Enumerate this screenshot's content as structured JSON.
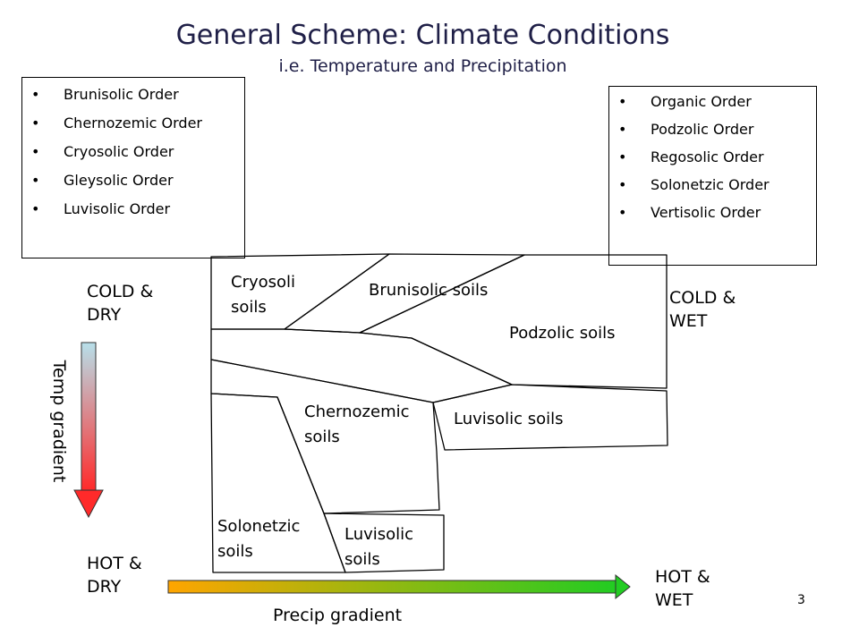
{
  "title": "General Scheme: Climate Conditions",
  "subtitle": "i.e. Temperature and Precipitation",
  "left_list": {
    "items": [
      {
        "label": "Brunisolic Order"
      },
      {
        "label": "Chernozemic Order"
      },
      {
        "label": "Cryosolic Order"
      },
      {
        "label": "Gleysolic Order"
      },
      {
        "label": "Luvisolic Order"
      }
    ]
  },
  "right_list": {
    "items": [
      {
        "label": "Organic Order"
      },
      {
        "label": "Podzolic Order"
      },
      {
        "label": "Regosolic Order"
      },
      {
        "label": "Solonetzic Order"
      },
      {
        "label": "Vertisolic Order"
      }
    ]
  },
  "bullet": "•",
  "corners": {
    "cold_dry": "COLD & DRY",
    "cold_wet": "COLD & WET",
    "hot_dry": "HOT & DRY",
    "hot_wet": "HOT & WET"
  },
  "regions": {
    "cryosolic": "Cryosoli soils",
    "brunisolic": "Brunisolic soils",
    "podzolic": "Podzolic soils",
    "chernozemic": "Chernozemic soils",
    "luvisolic_upper": "Luvisolic soils",
    "solonetzic": "Solonetzic soils",
    "luvisolic_lower": "Luvisolic soils"
  },
  "gradients": {
    "temp_label": "Temp gradient",
    "precip_label": "Precip gradient"
  },
  "page_number": "3",
  "colors": {
    "title": "#1f1f47",
    "temp_gradient_start": "#b7e0ea",
    "temp_gradient_end": "#ff2a2a",
    "precip_gradient_start": "#ffa500",
    "precip_gradient_end": "#22cc22"
  }
}
